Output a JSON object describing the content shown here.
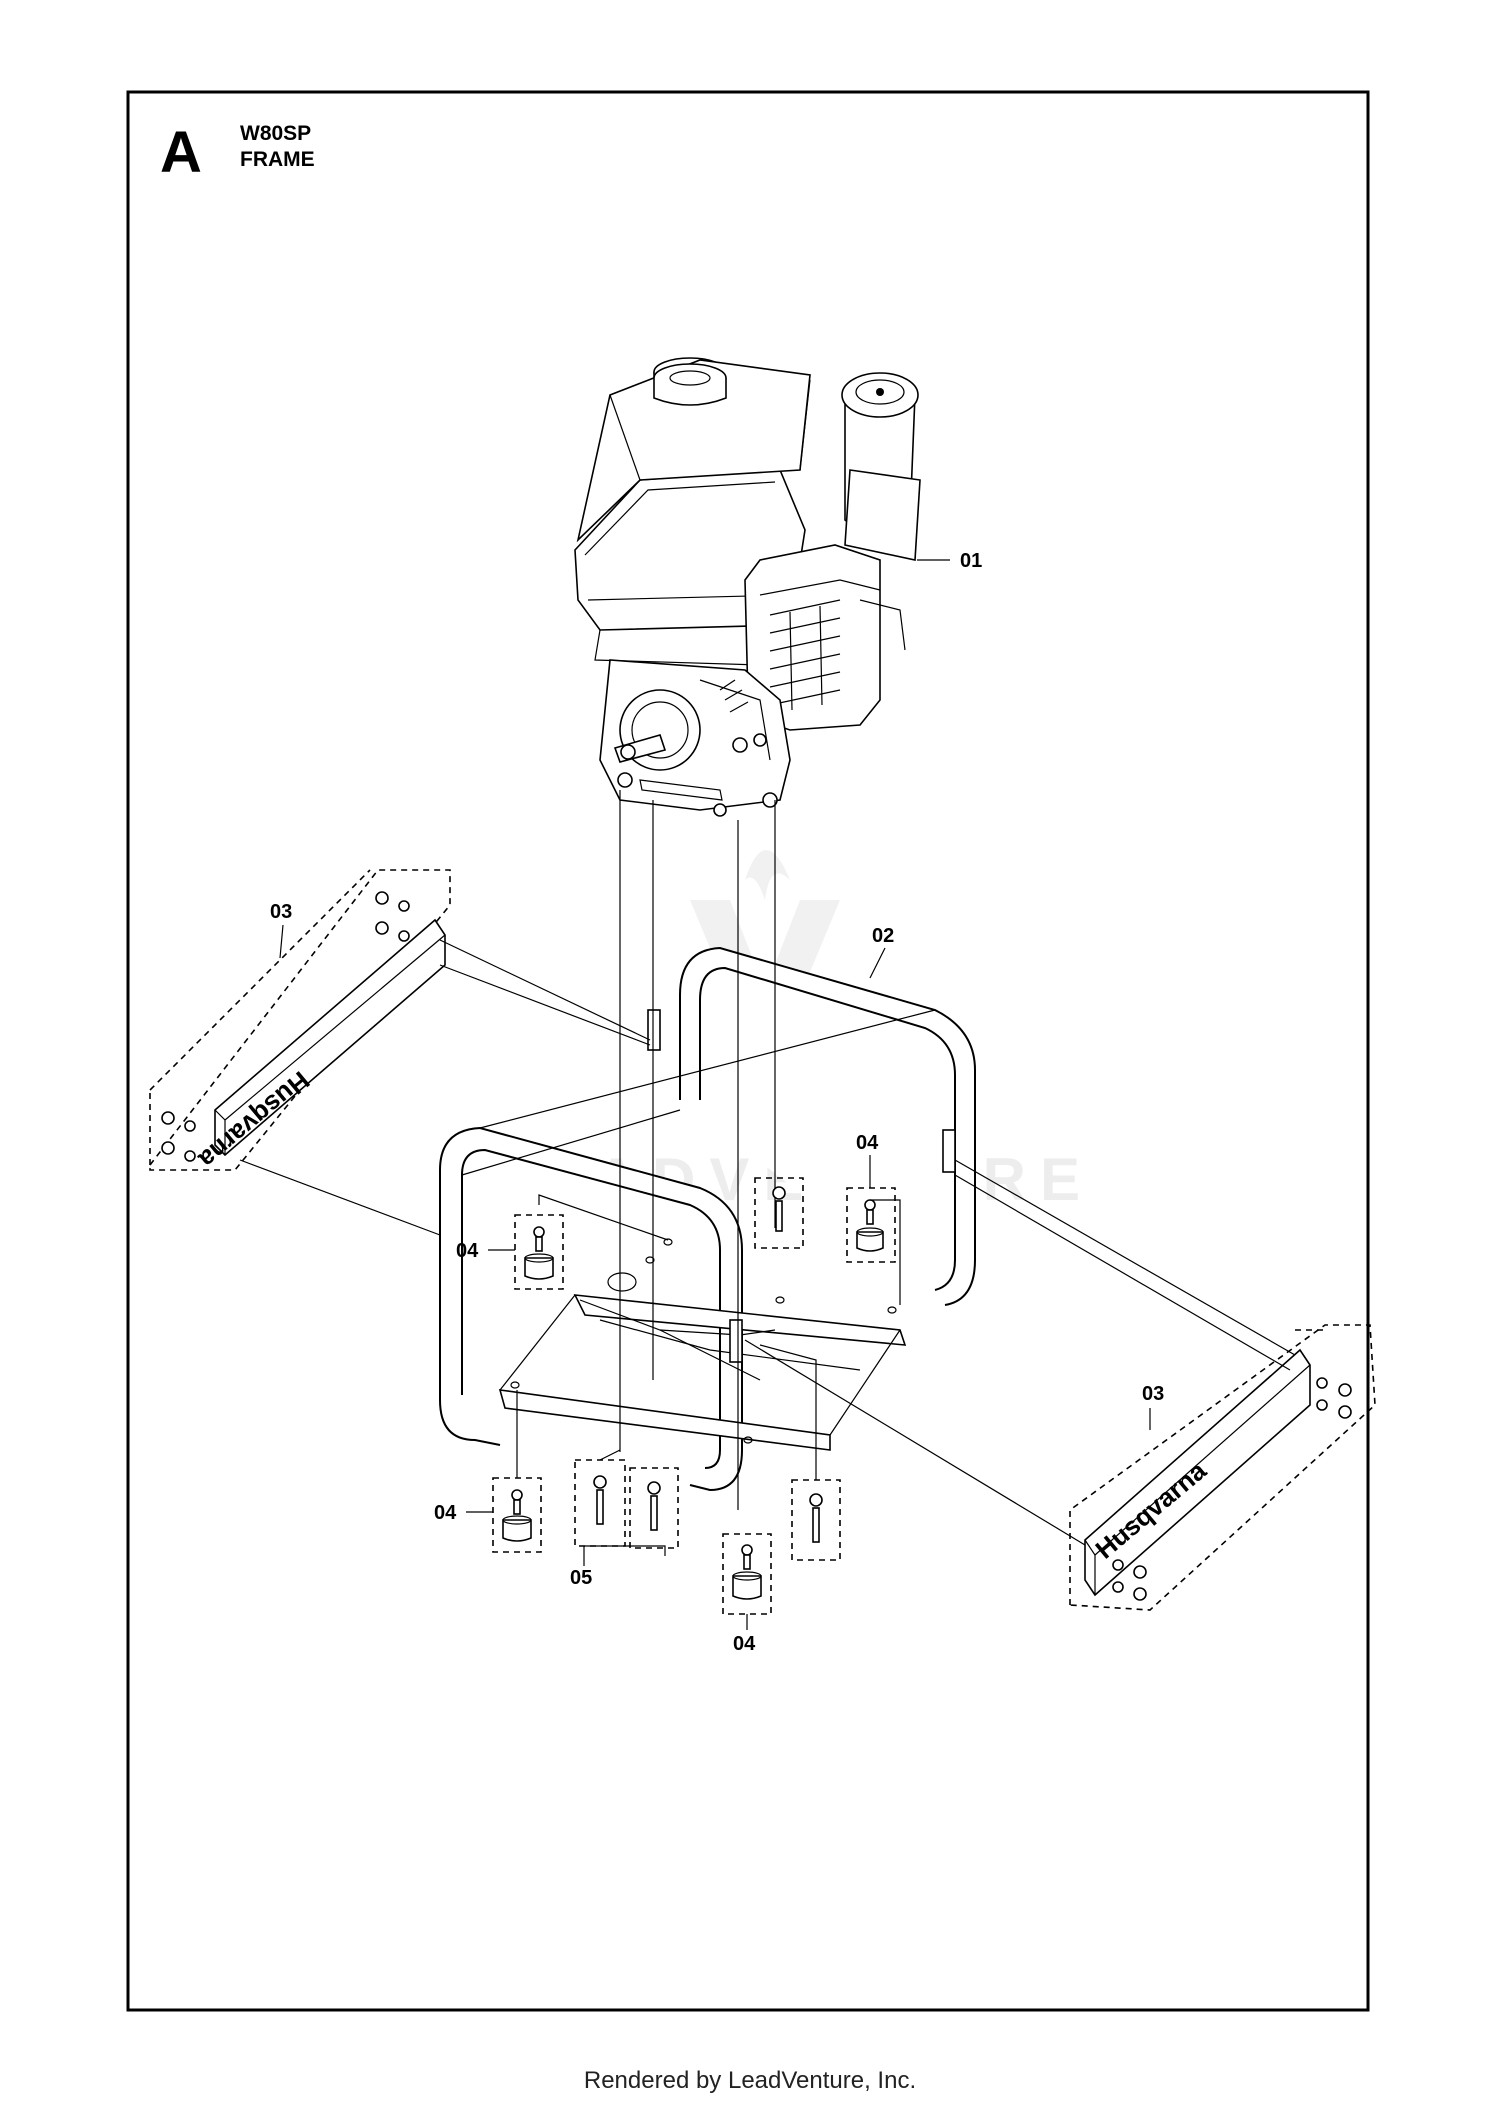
{
  "header": {
    "section_letter": "A",
    "model": "W80SP",
    "title": "FRAME"
  },
  "callouts": {
    "engine": "01",
    "frame": "02",
    "panel_left": "03",
    "panel_right": "03",
    "mount_top": "04",
    "mount_left": "04",
    "mount_lower_left": "04",
    "mount_bottom": "04",
    "bolt_kit": "05"
  },
  "panel_brand": "Husqvarna",
  "watermark": "LEADVENTURE",
  "footer": "Rendered by LeadVenture, Inc."
}
